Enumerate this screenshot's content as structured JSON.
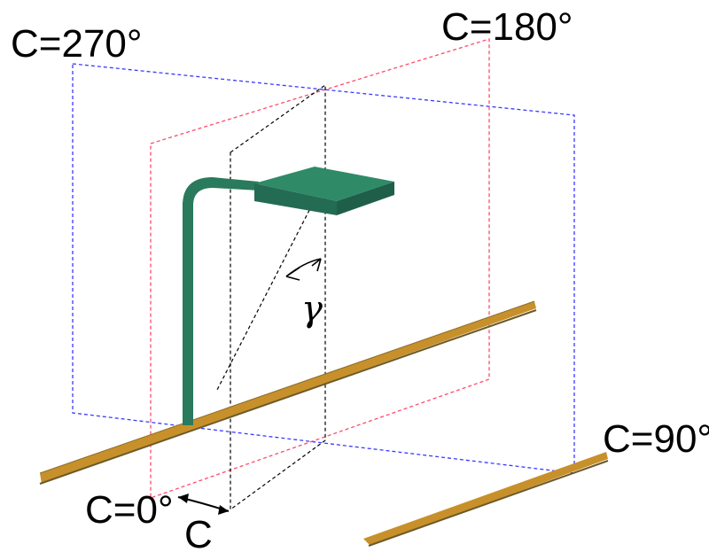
{
  "labels": {
    "c270": "C=270°",
    "c180": "C=180°",
    "c90": "C=90°",
    "c0": "C=0°",
    "c": "C",
    "gamma": "γ"
  },
  "colors": {
    "blue_plane": "#3a3aff",
    "red_plane": "#ff4a6a",
    "guide": "#000000",
    "luminaire": "#2a7a5e",
    "luminaire_top": "#2f8a68",
    "luminaire_side": "#1f5f49",
    "road_stripe": "#c8902a",
    "road_stripe_dark": "#6b5a2a"
  }
}
